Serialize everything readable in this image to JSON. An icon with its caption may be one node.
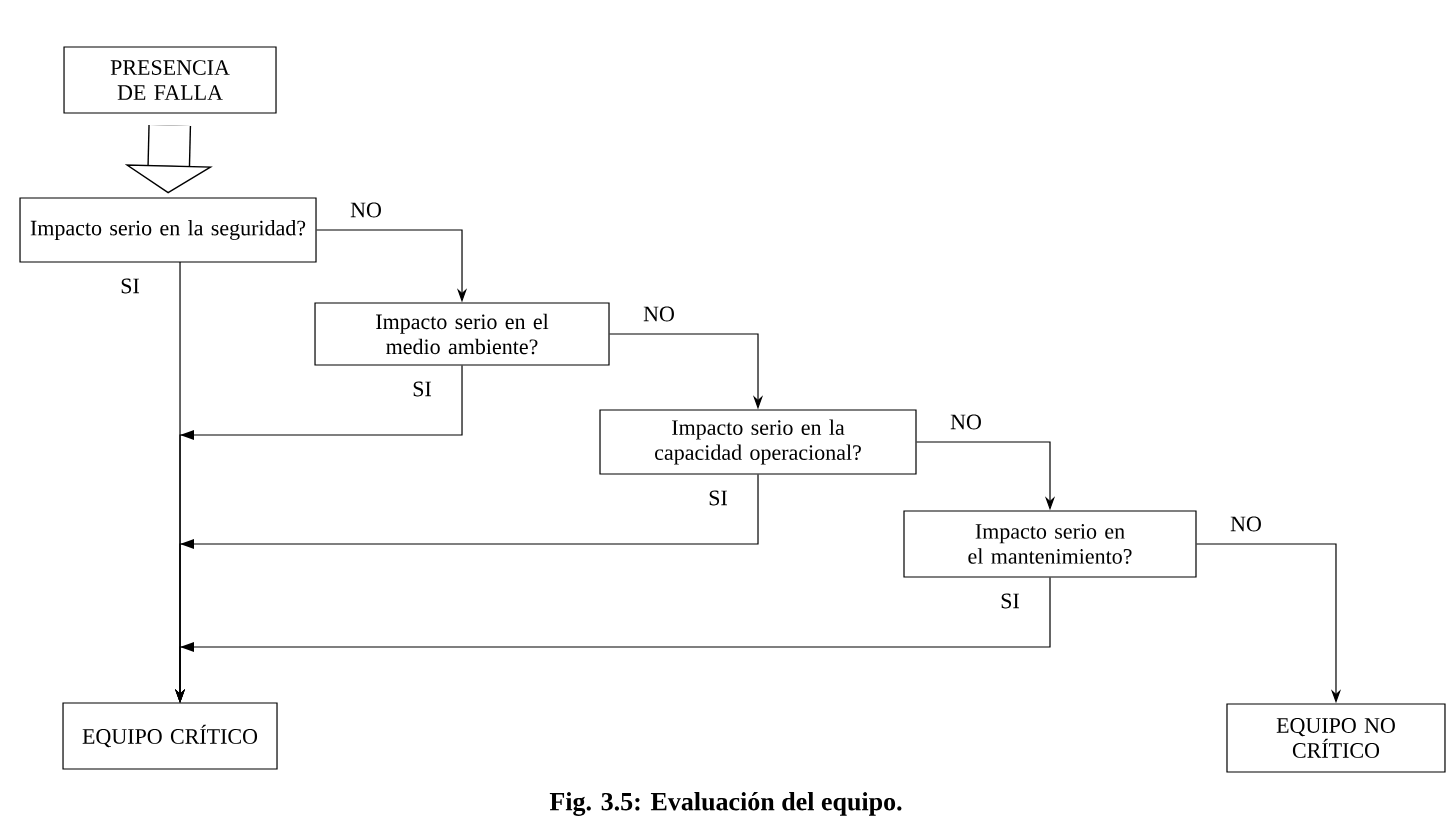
{
  "diagram": {
    "caption": "Fig. 3.5: Evaluación del equipo.",
    "nodes": [
      {
        "text": [
          "PRESENCIA DE FALLA"
        ]
      },
      {
        "text": [
          "Impacto serio en la seguridad?"
        ]
      },
      {
        "text": [
          "Impacto serio en el medio ambiente?"
        ]
      },
      {
        "text": [
          "Impacto serio en la capacidad operacional?"
        ]
      },
      {
        "text": [
          "Impacto serio en el mantenimiento?"
        ]
      },
      {
        "text": [
          "EQUIPO CRÍTICO"
        ]
      },
      {
        "text": [
          "EQUIPO NO CRÍTICO"
        ]
      }
    ],
    "edges": [
      {
        "from": 0,
        "to": 1,
        "arrow": "to",
        "style": "thick"
      },
      {
        "from": 1,
        "to": 2,
        "arrow": "to",
        "label": "NO"
      },
      {
        "from": 2,
        "to": 3,
        "arrow": "to",
        "label": "NO"
      },
      {
        "from": 3,
        "to": 4,
        "arrow": "to",
        "label": "NO"
      },
      {
        "from": 4,
        "to": 6,
        "arrow": "to",
        "label": "NO"
      },
      {
        "from": 1,
        "to": 5,
        "arrow": "to",
        "label": "SI"
      },
      {
        "from": 2,
        "to": 5,
        "arrow": "to",
        "label": "SI"
      },
      {
        "from": 3,
        "to": 5,
        "arrow": "to",
        "label": "SI"
      },
      {
        "from": 4,
        "to": 5,
        "arrow": "to",
        "label": "SI"
      }
    ]
  }
}
